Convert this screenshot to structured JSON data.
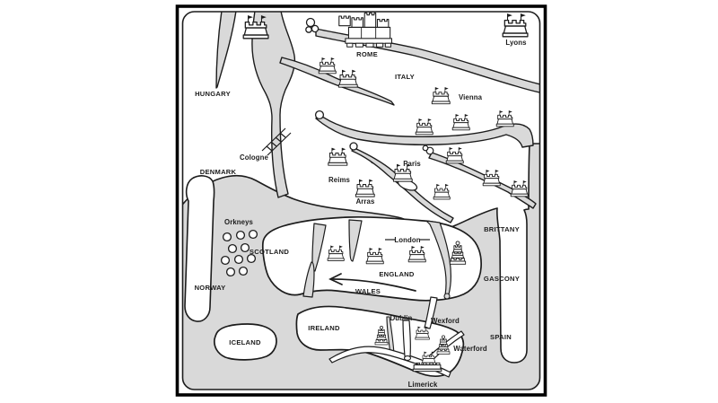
{
  "map_type": "hand-drawn schematic map of medieval Europe and the British Isles",
  "colors": {
    "sea": "#d9d9d9",
    "land": "#ffffff",
    "line": "#1c1c1c",
    "border": "#000000"
  },
  "labels": {
    "hungary": "HUNGARY",
    "rome": "ROME",
    "italy": "ITALY",
    "vienna": "Vienna",
    "lyons": "Lyons",
    "cologne": "Cologne",
    "denmark": "DENMARK",
    "paris": "Paris",
    "reims": "Reims",
    "arras": "Arras",
    "orkneys": "Orkneys",
    "scotland": "SCOTLAND",
    "london": "London",
    "england": "ENGLAND",
    "brittany": "BRITTANY",
    "gascony": "GASCONY",
    "norway": "NORWAY",
    "wales": "WALES",
    "iceland": "ICELAND",
    "ireland": "IRELAND",
    "dublin": "Dublin",
    "wexford": "Wexford",
    "waterford": "Waterford",
    "spain": "SPAIN",
    "limerick": "Limerick"
  },
  "icons": {
    "city_marker": "castle-icon",
    "capital_marker": "large-castle-icon",
    "tiered_marker": "tiered-castle-icon",
    "bridge_marker": "bridge-icon",
    "route_marker": "arrow-icon",
    "islands_marker": "island-circles-icon"
  }
}
